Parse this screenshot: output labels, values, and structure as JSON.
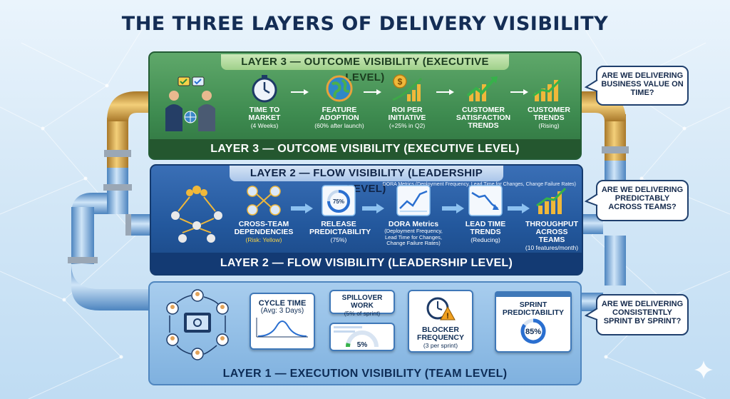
{
  "title": "THE THREE LAYERS OF DELIVERY VISIBILITY",
  "layer3": {
    "header_top": "LAYER 3 — OUTCOME VISIBILITY (EXECUTIVE LEVEL)",
    "header_bottom": "LAYER 3 — OUTCOME VISIBILITY (EXECUTIVE LEVEL)",
    "color": "#3d8a4f",
    "items": [
      {
        "label": "TIME TO MARKET",
        "value": "(4 Weeks)",
        "icon": "stopwatch-icon"
      },
      {
        "label": "FEATURE ADOPTION",
        "value": "(60% after launch)",
        "icon": "globe-icon"
      },
      {
        "label": "ROI PER INITIATIVE",
        "value": "(+25% in Q2)",
        "icon": "dollar-growth-icon"
      },
      {
        "label": "CUSTOMER SATISFACTION TRENDS",
        "value": "",
        "icon": "rising-chart-icon"
      },
      {
        "label": "CUSTOMER TRENDS",
        "value": "(Rising)",
        "icon": "bar-trend-icon"
      }
    ]
  },
  "layer2": {
    "header_top": "LAYER 2 — FLOW VISIBILITY (LEADERSHIP LEVEL)",
    "header_bottom": "LAYER 2 — FLOW VISIBILITY (LEADERSHIP LEVEL)",
    "subtitle": "DORA Metrics (Deployment Frequency, Lead Time for Changes, Change Failure Rates)",
    "color": "#23589d",
    "items": [
      {
        "label": "CROSS-TEAM DEPENDENCIES",
        "value": "(Risk: Yellow)",
        "icon": "network-people-icon"
      },
      {
        "label": "RELEASE PREDICTABILITY",
        "value": "(75%)",
        "icon": "gauge-icon",
        "gauge_text": "75%",
        "percent": 75
      },
      {
        "label": "DORA Metrics",
        "value": "(Deployment Frequency, Lead Time for Changes, Change Failure Rates)",
        "icon": "line-chart-icon"
      },
      {
        "label": "LEAD TIME TRENDS",
        "value": "(Reducing)",
        "icon": "falling-chart-icon"
      },
      {
        "label": "THROUGHPUT ACROSS TEAMS",
        "value": "(10 features/month)",
        "icon": "bar-chart-icon"
      }
    ]
  },
  "layer1": {
    "header_bottom": "LAYER 1 — EXECUTION VISIBILITY (TEAM LEVEL)",
    "color": "#7fb1df",
    "cycle_time": {
      "label": "CYCLE TIME",
      "value": "(Avg: 3 Days)"
    },
    "spillover": {
      "label": "SPILLOVER WORK",
      "value": "(5% of sprint)",
      "gauge_text": "5%",
      "percent": 5
    },
    "blocker": {
      "label": "BLOCKER FREQUENCY",
      "value": "(3 per sprint)"
    },
    "sprint": {
      "label": "SPRINT PREDICTABILITY",
      "gauge_text": "85%",
      "percent": 85
    }
  },
  "questions": [
    "ARE WE DELIVERING BUSINESS VALUE ON TIME?",
    "ARE WE DELIVERING PREDICTABLY ACROSS TEAMS?",
    "ARE WE DELIVERING CONSISTENTLY SPRINT BY SPRINT?"
  ],
  "colors": {
    "title": "#142d55",
    "pipe_blue": "#6ea8dc",
    "pipe_gold": "#d9a94a",
    "alert": "#f0a020"
  }
}
